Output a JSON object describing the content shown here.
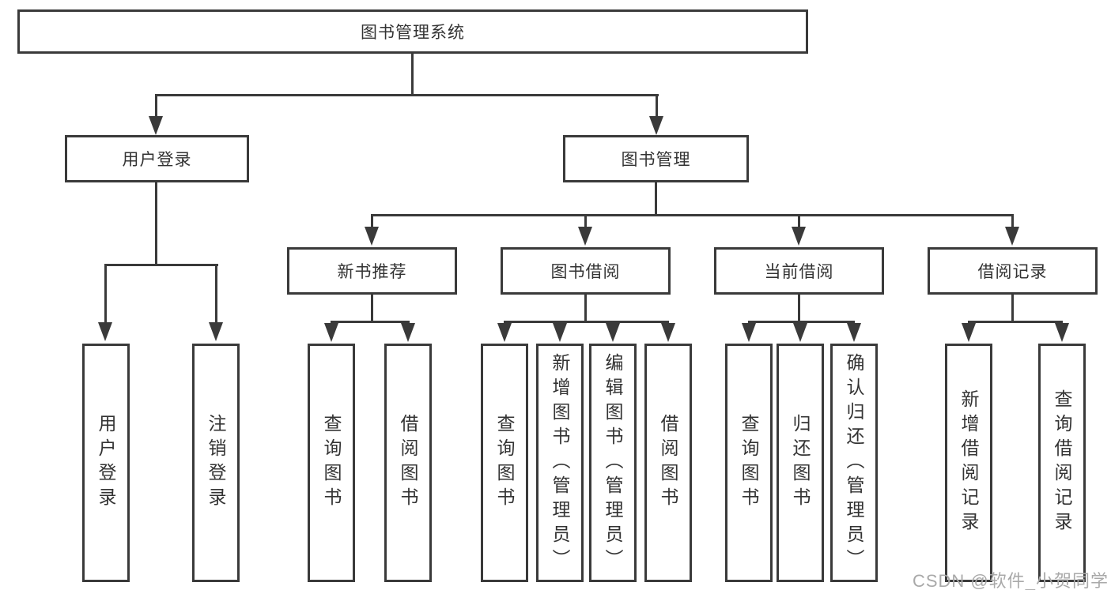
{
  "diagram": {
    "title_note": "library management system feature tree",
    "root": {
      "label": "图书管理系统"
    },
    "branches": [
      {
        "label": "用户登录",
        "children": [
          {
            "label": "用户登录"
          },
          {
            "label": "注销登录"
          }
        ]
      },
      {
        "label": "图书管理",
        "children": [
          {
            "label": "新书推荐",
            "children": [
              {
                "label": "查询图书"
              },
              {
                "label": "借阅图书"
              }
            ]
          },
          {
            "label": "图书借阅",
            "children": [
              {
                "label": "查询图书"
              },
              {
                "label": "新增图书（管理员）"
              },
              {
                "label": "编辑图书（管理员）"
              },
              {
                "label": "借阅图书"
              }
            ]
          },
          {
            "label": "当前借阅",
            "children": [
              {
                "label": "查询图书"
              },
              {
                "label": "归还图书"
              },
              {
                "label": "确认归还（管理员）"
              }
            ]
          },
          {
            "label": "借阅记录",
            "children": [
              {
                "label": "新增借阅记录"
              },
              {
                "label": "查询借阅记录"
              }
            ]
          }
        ]
      }
    ],
    "watermark": "CSDN @软件_小贺同学",
    "colors": {
      "line": "#3a3a3a",
      "text": "#333333",
      "background": "#ffffff",
      "watermark": "#a9a9a9"
    }
  }
}
